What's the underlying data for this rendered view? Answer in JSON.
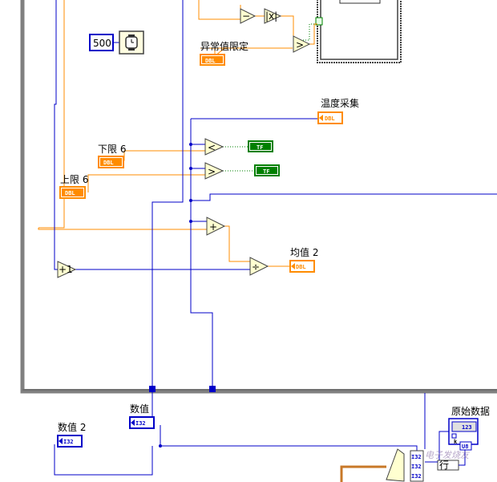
{
  "labels": {
    "outlier_limit": "异常值限定",
    "temperature_acq": "温度采集",
    "lower_limit": "下限 6",
    "upper_limit": "上限 6",
    "mean": "均值 2",
    "value": "数值",
    "value2": "数值 2",
    "raw_data": "原始数据",
    "row": "行"
  },
  "constants": {
    "wait_ms": "500"
  },
  "terminals": {
    "dbl": "DBL",
    "tf": "TF",
    "i32": "I32",
    "n123": "123",
    "u8": "U8"
  },
  "ops": {
    "less": "<",
    "greater": ">",
    "add": "+",
    "divide": "÷",
    "subtract": "−",
    "increment": "+1",
    "abs": "|x|",
    "k_pin": "k"
  },
  "watermark": "电子发烧友",
  "colors": {
    "dbl_wire": "#ff8c00",
    "int_wire": "#0000c8",
    "bool_wire": "#007a00",
    "frame": "#808080"
  }
}
